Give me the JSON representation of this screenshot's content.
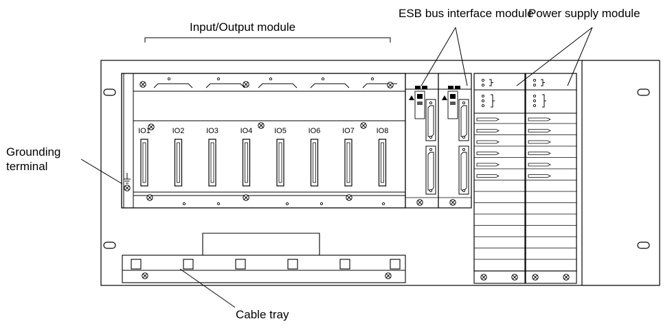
{
  "callouts": {
    "io_module": "Input/Output module",
    "esb_module": "ESB bus interface module",
    "power_module": "Power supply module",
    "grounding_line1": "Grounding",
    "grounding_line2": "terminal",
    "cable_tray": "Cable tray"
  },
  "slots": [
    "IO1",
    "IO2",
    "IO3",
    "IO4",
    "IO5",
    "IO6",
    "IO7",
    "IO8"
  ],
  "icons": {
    "screw": "screw-icon",
    "ground": "ground-symbol-icon",
    "warning": "warning-triangle-icon",
    "connector": "d-sub-connector-icon"
  },
  "colors": {
    "line": "#000000",
    "background": "#ffffff"
  }
}
